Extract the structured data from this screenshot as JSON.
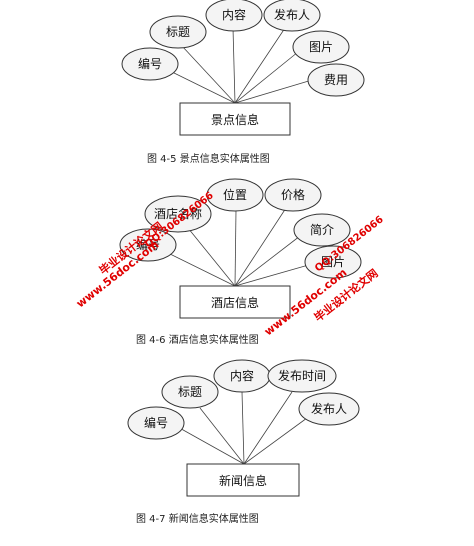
{
  "diagrams": [
    {
      "entity": "景点信息",
      "attributes": [
        "标题",
        "内容",
        "发布人",
        "编号",
        "图片",
        "费用"
      ],
      "caption": "图 4-5 景点信息实体属性图"
    },
    {
      "entity": "酒店信息",
      "attributes": [
        "酒店名称",
        "位置",
        "价格",
        "编号",
        "简介",
        "图片"
      ],
      "caption": "图 4-6 酒店信息实体属性图"
    },
    {
      "entity": "新闻信息",
      "attributes": [
        "标题",
        "内容",
        "发布时间",
        "编号",
        "发布人"
      ],
      "caption": "图 4-7 新闻信息实体属性图"
    }
  ],
  "watermark": {
    "site": "www.56doc.com",
    "qq": "QQ:306826066",
    "slogan": "毕业设计论文网"
  }
}
